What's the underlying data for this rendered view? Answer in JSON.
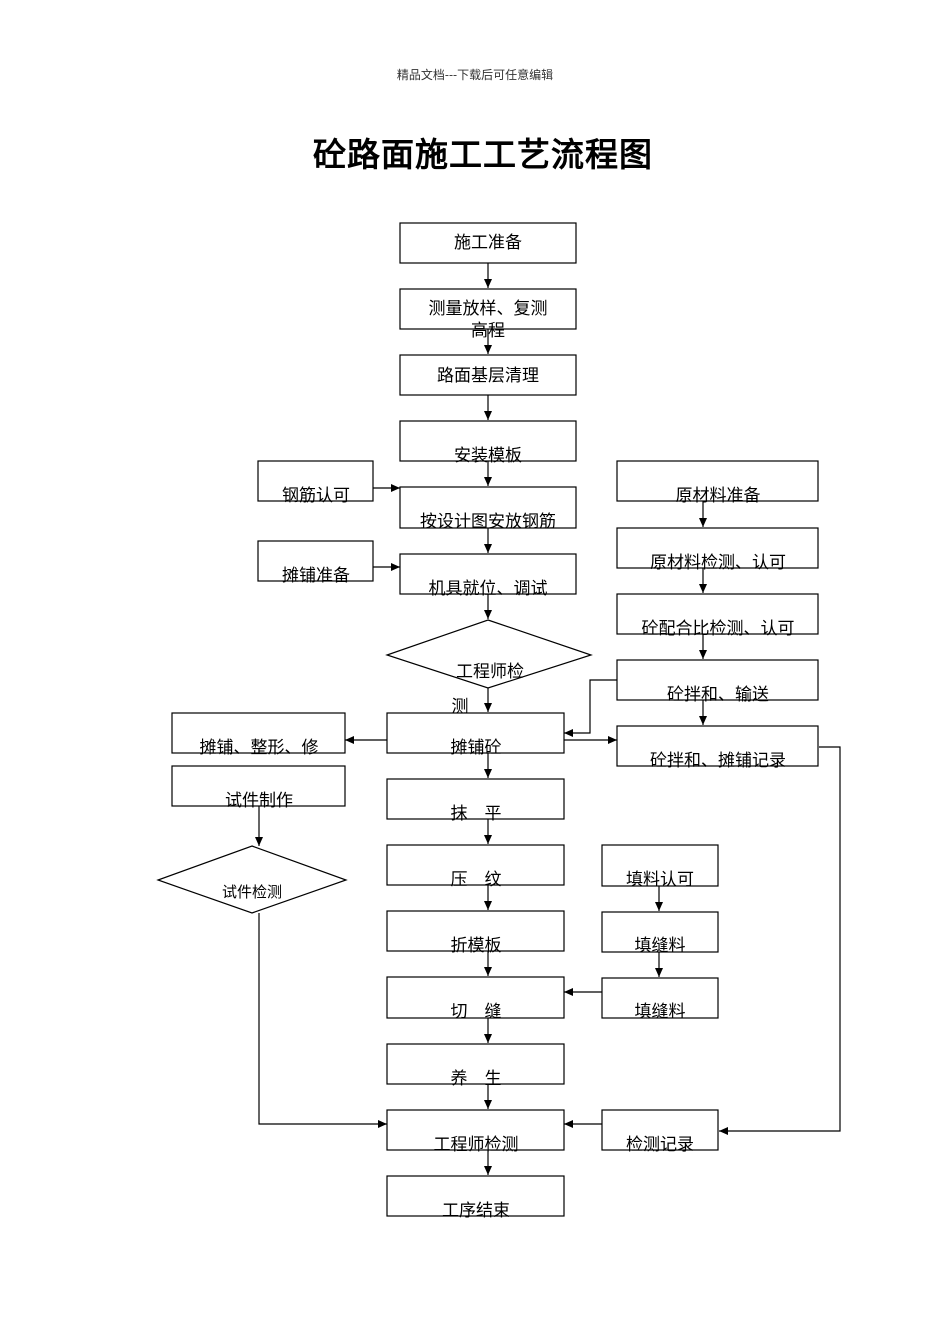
{
  "header": "精品文档---下载后可任意编辑",
  "title": "砼路面施工工艺流程图",
  "nodes": {
    "prep": "施工准备",
    "survey_1": "测量放样、复测",
    "survey_2": "高程",
    "clean": "路面基层清理",
    "formwork": "安装模板",
    "rebar_approve": "钢筋认可",
    "rebar_place": "按设计图安放钢筋",
    "paving_prep": "摊铺准备",
    "machine": "机具就位、调试",
    "engineer_check_1a": "工程师检",
    "engineer_check_1b": "测",
    "paving": "摊铺砼",
    "paving_trim": "摊铺、整形、修",
    "specimen_make": "试件制作",
    "specimen_test": "试件检测",
    "smooth": "抹　平",
    "texture": "压　纹",
    "strip": "折模板",
    "cut": "切　缝",
    "cure": "养　生",
    "engineer_check_2": "工程师检测",
    "end": "工序结束",
    "material_prep": "原材料准备",
    "material_test": "原材料检测、认可",
    "mix_test": "砼配合比检测、认可",
    "mix_deliver": "砼拌和、输送",
    "mix_record": "砼拌和、摊铺记录",
    "filler_approve": "填料认可",
    "filler_1": "填缝料",
    "filler_2": "填缝料",
    "test_record": "检测记录"
  }
}
